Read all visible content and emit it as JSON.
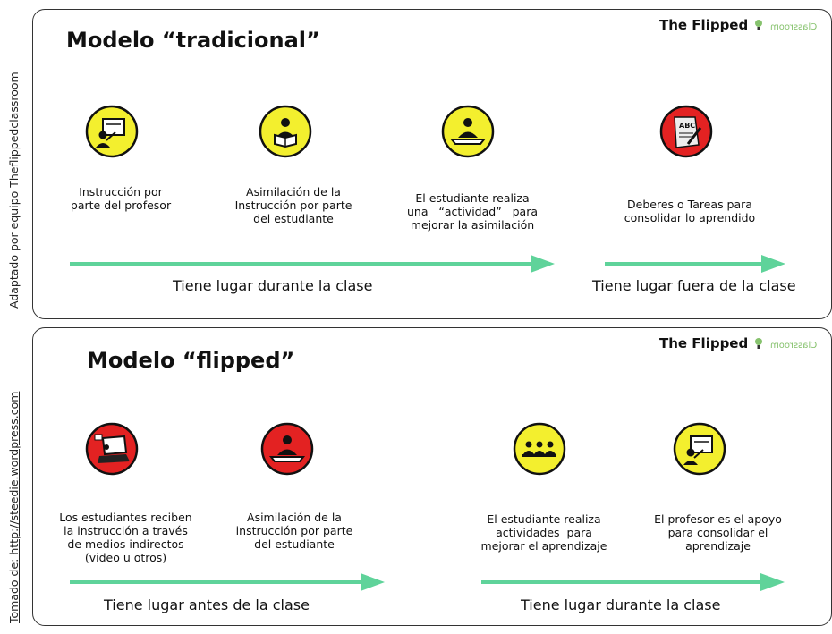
{
  "side_notes": {
    "top": "Adaptado por equipo Theflippedclassroom",
    "bottom": "Tomado de: http://steedie.wordpress.com"
  },
  "brand": {
    "name": "The Flipped",
    "suffix": "Classroom",
    "accent": "#86c26d"
  },
  "colors": {
    "yellow": "#f3ef2e",
    "red": "#e32222",
    "arrow": "#5fd39a"
  },
  "traditional": {
    "title": "Modelo “tradicional”",
    "steps": [
      {
        "icon": "teacher-board-icon",
        "color": "yellow",
        "caption": [
          "Instrucción por",
          "parte del profesor"
        ]
      },
      {
        "icon": "student-reading-icon",
        "color": "yellow",
        "caption": [
          "Asimilación de la",
          "Instrucción por parte",
          "del estudiante"
        ]
      },
      {
        "icon": "student-desk-icon",
        "color": "yellow",
        "caption": [
          "El estudiante realiza",
          "una   “actividad”   para",
          "mejorar la asimilación"
        ]
      },
      {
        "icon": "homework-paper-icon",
        "color": "red",
        "caption": [
          "Deberes o Tareas para",
          "consolidar lo aprendido"
        ]
      }
    ],
    "phases": [
      "Tiene lugar durante la clase",
      "Tiene lugar fuera de la clase"
    ]
  },
  "flipped": {
    "title": "Modelo “flipped”",
    "steps": [
      {
        "icon": "laptop-video-icon",
        "color": "red",
        "caption": [
          "Los estudiantes reciben",
          "la instrucción a través",
          "de medios indirectos",
          "(video u otros)"
        ]
      },
      {
        "icon": "student-desk-icon",
        "color": "red",
        "caption": [
          "Asimilación de la",
          "instrucción por parte",
          "del estudiante"
        ]
      },
      {
        "icon": "student-group-icon",
        "color": "yellow",
        "caption": [
          "El estudiante realiza",
          "actividades  para",
          "mejorar el aprendizaje"
        ]
      },
      {
        "icon": "teacher-board-icon",
        "color": "yellow",
        "caption": [
          "El profesor es el apoyo",
          "para consolidar el",
          "aprendizaje"
        ]
      }
    ],
    "phases": [
      "Tiene lugar antes de la clase",
      "Tiene lugar durante la clase"
    ]
  }
}
